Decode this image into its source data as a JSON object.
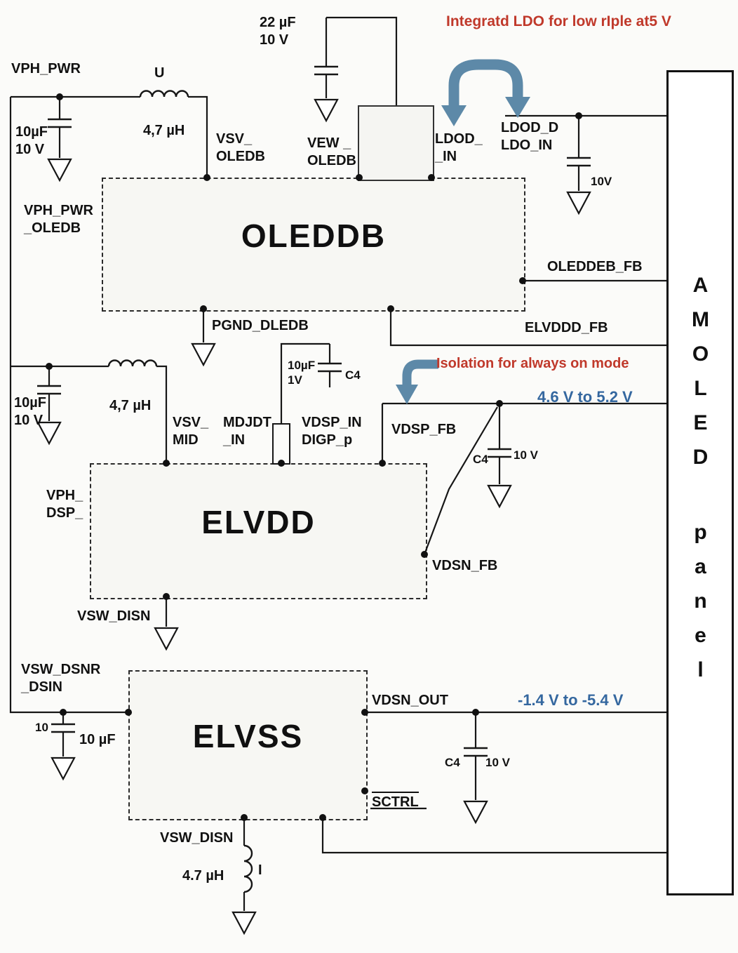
{
  "colors": {
    "accent_red": "#c0392b",
    "accent_blue": "#34679f",
    "arrow_blue": "#5d89a8"
  },
  "annotations": {
    "ldo_note": "Integratd LDO   for low rIple  at5 V",
    "isolation_note": "Isolation for always on mode",
    "elvdd_range": "4.6 V to 5.2 V",
    "elvss_range": "-1.4 V to -5.4 V"
  },
  "blocks": {
    "oleddb": {
      "title": "OLEDDB"
    },
    "elvdd": {
      "title": "ELVDD"
    },
    "elvss": {
      "title": "ELVSS"
    },
    "panel": {
      "line1": "AMOLED",
      "line2": "panel"
    }
  },
  "nets": {
    "vph_pwr": "VPH_PWR",
    "u": "U",
    "l1_value": "4,7 µH",
    "c_in1": "10µF\n10 V",
    "c_boost": "22 µF\n10 V",
    "vsv_oledb": "VSV_\nOLEDB",
    "vew_oledb": "VEW _\nOLEDB",
    "ldod_in": "LDOD_\n_IN",
    "ldo_in": "LDOD_D\nLDO_IN",
    "c_ldo_v": "10V",
    "vph_pwr_oledb": "VPH_PWR\n_OLEDB",
    "pgnd_dledb": "PGND_DLEDB",
    "oleddeb_fb": "OLEDDEB_FB",
    "elvddd_fb": "ELVDDD_FB",
    "c_in2": "10µF\n10 V",
    "l2_value": "4,7 µH",
    "vsv_mid": "VSV_\nMID",
    "c4a_value": "10µF\n1V",
    "c4a": "C4",
    "mdjdt_in": "MDJDT\n_IN",
    "vdsp_in": "VDSP_IN\nDIGP_p",
    "vdsp_fb": "VDSP_FB",
    "c4b": "C4",
    "c4b_v": "10 V",
    "vph_dsp": "VPH_\nDSP_",
    "vdsn_fb": "VDSN_FB",
    "vsw_disn_mid": "VSW_DISN",
    "vsw_dsnr": "VSW_DSNR\n_DSIN",
    "c_in3_a": "10",
    "c_in3_b": "10 µF",
    "vdsn_out": "VDSN_OUT",
    "c4c": "C4",
    "c4c_v": "10 V",
    "sctrl": "SCTRL",
    "vsw_disn_bot": "VSW_DISN",
    "l3_value": "4.7 µH",
    "l3_i": "I"
  }
}
